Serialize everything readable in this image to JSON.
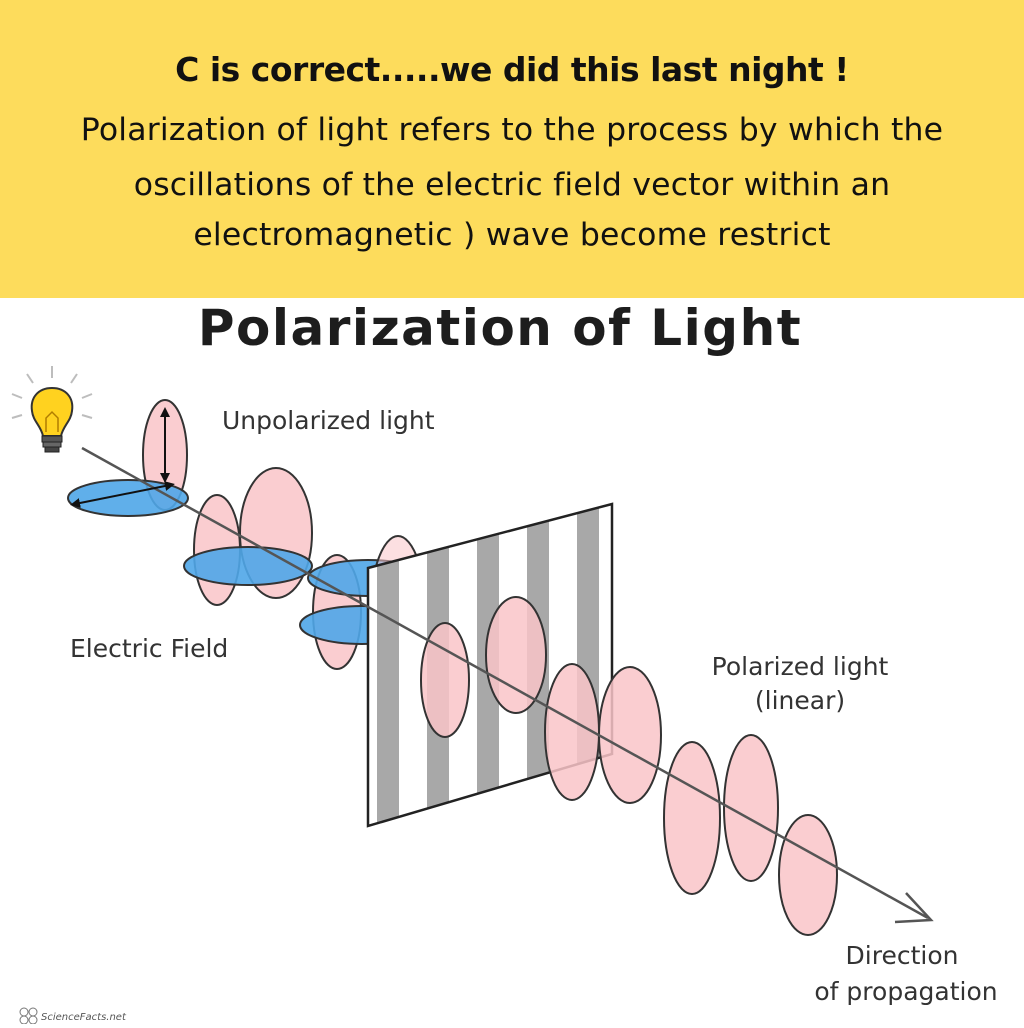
{
  "banner": {
    "headline": "C is correct.....we did this last night !",
    "line1": "Polarization of light refers to the process by which the",
    "line2": "oscillations of the electric field vector within an",
    "line3": "electromagnetic ) wave become restrict"
  },
  "diagram": {
    "title": "Polarization of Light",
    "label_unpolarized": "Unpolarized light",
    "label_electric_field": "Electric Field",
    "label_polarized_1": "Polarized light",
    "label_polarized_2": "(linear)",
    "label_direction_1": "Direction",
    "label_direction_2": "of propagation",
    "watermark": "ScienceFacts.net",
    "colors": {
      "banner": "#fddc5c",
      "vertical_wave": "#f9c4c8",
      "horizontal_wave": "#4fa6e8",
      "filter_stripe": "#a8a8a8"
    },
    "icons": [
      "lightbulb-icon",
      "atom-logo-icon"
    ]
  }
}
